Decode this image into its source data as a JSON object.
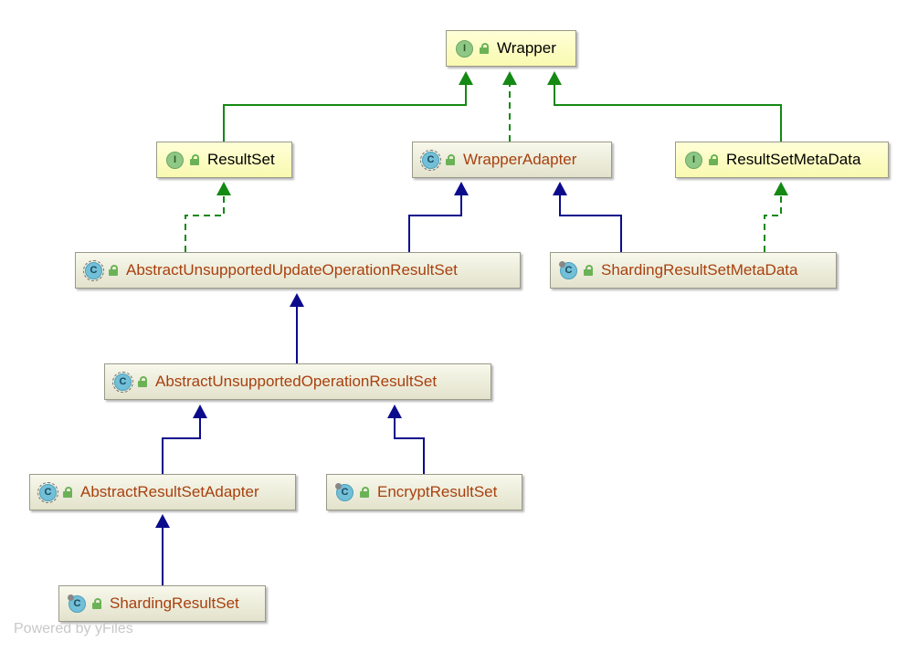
{
  "colors": {
    "implements_edge": "#148914",
    "extends_edge": "#0b0b8c",
    "interface_label": "#000000",
    "class_label": "#a8400e"
  },
  "nodes": [
    {
      "id": "wrapper",
      "label": "Wrapper",
      "kind": "I",
      "type": "interface"
    },
    {
      "id": "resultset",
      "label": "ResultSet",
      "kind": "I",
      "type": "interface"
    },
    {
      "id": "wrapperadapter",
      "label": "WrapperAdapter",
      "kind": "C",
      "type": "abstract-class"
    },
    {
      "id": "resultsetmetadata",
      "label": "ResultSetMetaData",
      "kind": "I",
      "type": "interface"
    },
    {
      "id": "auuors",
      "label": "AbstractUnsupportedUpdateOperationResultSet",
      "kind": "C",
      "type": "abstract-class"
    },
    {
      "id": "srsmd",
      "label": "ShardingResultSetMetaData",
      "kind": "C",
      "type": "final-class"
    },
    {
      "id": "auors",
      "label": "AbstractUnsupportedOperationResultSet",
      "kind": "C",
      "type": "abstract-class"
    },
    {
      "id": "arsa",
      "label": "AbstractResultSetAdapter",
      "kind": "C",
      "type": "abstract-class"
    },
    {
      "id": "ers",
      "label": "EncryptResultSet",
      "kind": "C",
      "type": "final-class"
    },
    {
      "id": "srs",
      "label": "ShardingResultSet",
      "kind": "C",
      "type": "final-class"
    }
  ],
  "edges": [
    {
      "from": "resultset",
      "to": "wrapper",
      "relation": "extends-interface"
    },
    {
      "from": "wrapperadapter",
      "to": "wrapper",
      "relation": "implements"
    },
    {
      "from": "resultsetmetadata",
      "to": "wrapper",
      "relation": "extends-interface"
    },
    {
      "from": "auuors",
      "to": "resultset",
      "relation": "implements"
    },
    {
      "from": "auuors",
      "to": "wrapperadapter",
      "relation": "extends"
    },
    {
      "from": "srsmd",
      "to": "wrapperadapter",
      "relation": "extends"
    },
    {
      "from": "srsmd",
      "to": "resultsetmetadata",
      "relation": "implements"
    },
    {
      "from": "auors",
      "to": "auuors",
      "relation": "extends"
    },
    {
      "from": "arsa",
      "to": "auors",
      "relation": "extends"
    },
    {
      "from": "ers",
      "to": "auors",
      "relation": "extends"
    },
    {
      "from": "srs",
      "to": "arsa",
      "relation": "extends"
    }
  ],
  "footer": {
    "text": "Powered by yFiles"
  }
}
